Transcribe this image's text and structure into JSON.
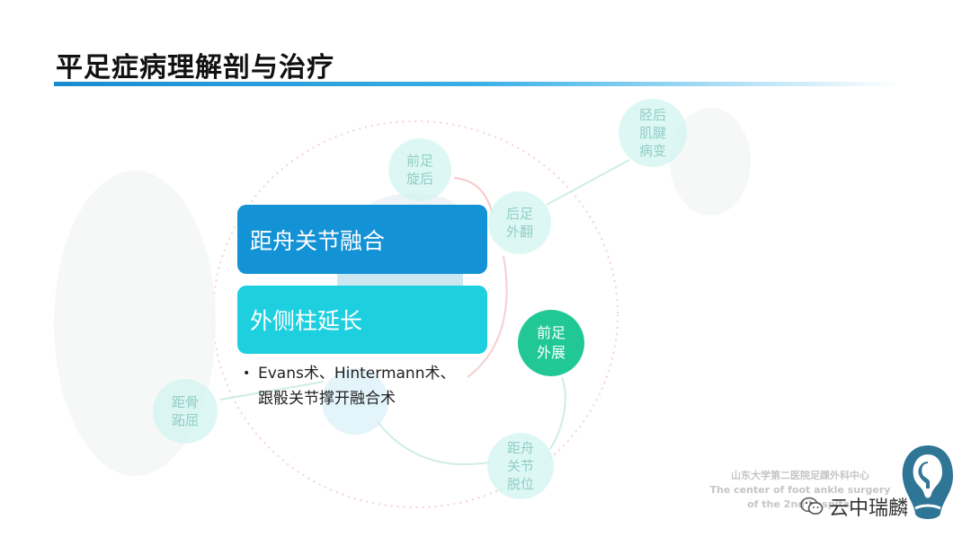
{
  "slide": {
    "title": "平足症病理解剖与治疗"
  },
  "cards": [
    {
      "label": "距舟关节融合"
    },
    {
      "label": "外侧柱延长"
    }
  ],
  "bullet": {
    "line1": "Evans术、Hintermann术、",
    "line2": "跟骰关节撑开融合术"
  },
  "nodes": {
    "forefoot_abduction": "前足\n外展",
    "forefoot_supination": "前足\n旋后",
    "hindfoot_valgus": "后足\n外翻",
    "tibialis_posterior": "胫后\n肌腱\n病变",
    "talonavicular": "距舟\n关节\n脱位",
    "talus_plantarflex": "距骨\n跖屈"
  },
  "footer": {
    "line1": "山东大学第二医院足踝外科中心",
    "line2": "The center of foot ankle surgery",
    "line3": "of the 2nd hospital"
  },
  "watermark": {
    "label": "云中瑞麟"
  },
  "colors": {
    "card_blue": "#1492d6",
    "card_cyan": "#1ed0df",
    "node_green": "#21c895",
    "title_bar": "#1a8bd2"
  }
}
